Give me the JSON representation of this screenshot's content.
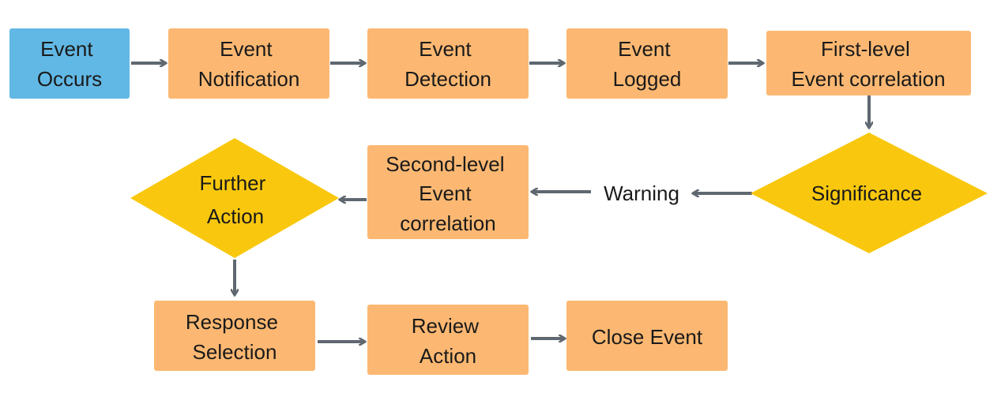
{
  "colors": {
    "start_node": "#62b8e4",
    "process_node": "#fcb872",
    "decision_node": "#f9c80e",
    "arrow": "#5f6770",
    "text": "#1a1a1a"
  },
  "nodes": {
    "event_occurs": {
      "lines": [
        "Event",
        "Occurs"
      ]
    },
    "event_notification": {
      "lines": [
        "Event",
        "Notification"
      ]
    },
    "event_detection": {
      "lines": [
        "Event",
        "Detection"
      ]
    },
    "event_logged": {
      "lines": [
        "Event",
        "Logged"
      ]
    },
    "first_level_correlation": {
      "lines": [
        "First-level",
        "Event correlation"
      ]
    },
    "significance": {
      "lines": [
        "Significance"
      ]
    },
    "second_level_correlation": {
      "lines": [
        "Second-level",
        "Event",
        "correlation"
      ]
    },
    "further_action": {
      "lines": [
        "Further",
        "Action"
      ]
    },
    "response_selection": {
      "lines": [
        "Response",
        "Selection"
      ]
    },
    "review_action": {
      "lines": [
        "Review",
        "Action"
      ]
    },
    "close_event": {
      "lines": [
        "Close Event"
      ]
    }
  },
  "edge_labels": {
    "warning": "Warning"
  }
}
